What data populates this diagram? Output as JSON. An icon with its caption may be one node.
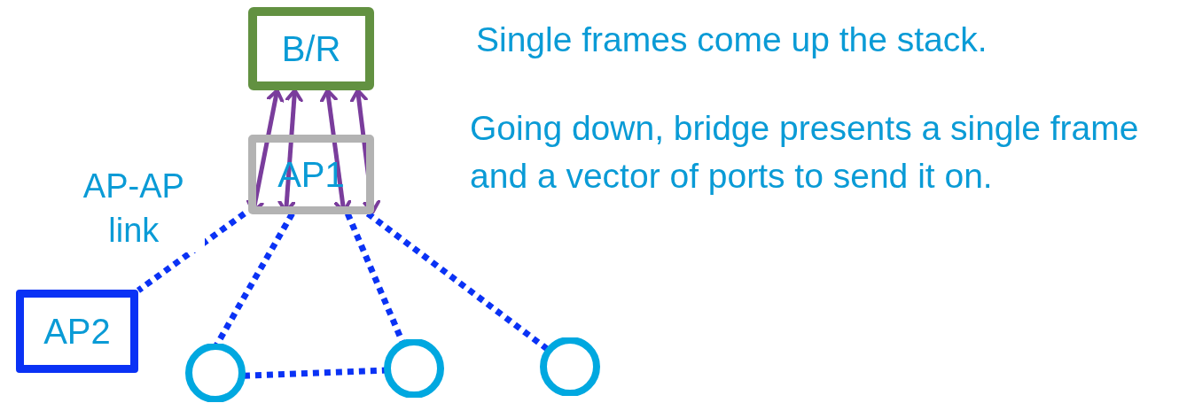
{
  "diagram": {
    "nodes": [
      {
        "text": [
          "B/R"
        ]
      },
      {
        "text": [
          "AP1"
        ]
      },
      {
        "text": [
          "AP2"
        ]
      },
      {
        "text": [],
        "shape": "circle"
      },
      {
        "text": [],
        "shape": "circle"
      },
      {
        "text": [],
        "shape": "circle"
      }
    ],
    "edges": [
      {
        "from": 0,
        "to": 1,
        "arrow": "both",
        "color": "#7a3d9c"
      },
      {
        "from": 0,
        "to": 1,
        "arrow": "both",
        "color": "#7a3d9c"
      },
      {
        "from": 0,
        "to": 1,
        "arrow": "both",
        "color": "#7a3d9c"
      },
      {
        "from": 0,
        "to": 1,
        "arrow": "both",
        "color": "#7a3d9c"
      },
      {
        "from": 1,
        "to": 2,
        "arrow": "none",
        "style": "dashed",
        "label": "AP-AP link"
      },
      {
        "from": 1,
        "to": 3,
        "arrow": "none",
        "style": "dashed"
      },
      {
        "from": 1,
        "to": 4,
        "arrow": "none",
        "style": "dashed"
      },
      {
        "from": 1,
        "to": 5,
        "arrow": "none",
        "style": "dashed"
      },
      {
        "from": 3,
        "to": 4,
        "arrow": "none",
        "style": "dashed"
      }
    ],
    "labels": [
      "Single frames come up the stack.",
      "Going down, bridge presents a single frame and a vector of ports to send it on."
    ]
  }
}
